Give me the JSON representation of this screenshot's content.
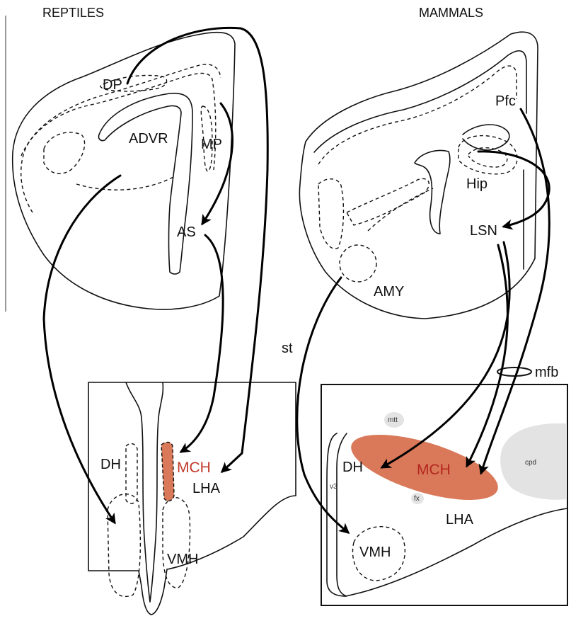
{
  "headings": {
    "left": "REPTILES",
    "right": "MAMMALS"
  },
  "reptile_labels": {
    "dp": "DP",
    "advr": "ADVR",
    "mp": "MP",
    "as": "AS",
    "dh": "DH",
    "mch": "MCH",
    "lha": "LHA",
    "vmh": "VMH"
  },
  "mammal_labels": {
    "pfc": "Pfc",
    "hip": "Hip",
    "lsn": "LSN",
    "amy": "AMY",
    "st": "st",
    "mfb": "mfb",
    "mtt": "mtt",
    "dh": "DH",
    "mch": "MCH",
    "cpd": "cpd",
    "v3": "v3",
    "fx": "fx",
    "lha": "LHA",
    "vmh": "VMH"
  },
  "colors": {
    "mch_fill": "#d9795a",
    "mch_label": "#c0392b",
    "mammal_mch_label": "#b3261e",
    "structure_gray": "#e3e3e3"
  }
}
